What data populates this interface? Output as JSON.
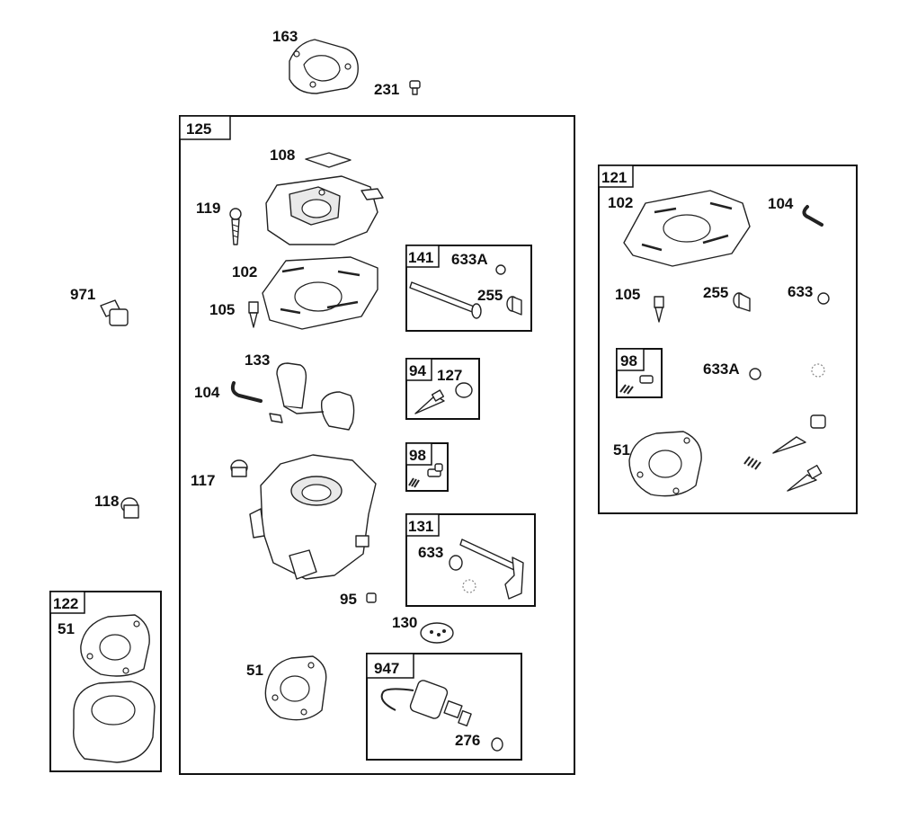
{
  "callouts": [
    {
      "id": "c163",
      "text": "163"
    },
    {
      "id": "c231",
      "text": "231"
    },
    {
      "id": "c108",
      "text": "108"
    },
    {
      "id": "c119",
      "text": "119"
    },
    {
      "id": "c102a",
      "text": "102"
    },
    {
      "id": "c105a",
      "text": "105"
    },
    {
      "id": "c971",
      "text": "971"
    },
    {
      "id": "c133",
      "text": "133"
    },
    {
      "id": "c104a",
      "text": "104"
    },
    {
      "id": "c117",
      "text": "117"
    },
    {
      "id": "c118",
      "text": "118"
    },
    {
      "id": "c95",
      "text": "95"
    },
    {
      "id": "c130",
      "text": "130"
    },
    {
      "id": "c51a",
      "text": "51"
    },
    {
      "id": "c51b",
      "text": "51"
    },
    {
      "id": "c633Aa",
      "text": "633A"
    },
    {
      "id": "c255a",
      "text": "255"
    },
    {
      "id": "c127",
      "text": "127"
    },
    {
      "id": "c633a",
      "text": "633"
    },
    {
      "id": "c276",
      "text": "276"
    },
    {
      "id": "c102b",
      "text": "102"
    },
    {
      "id": "c104b",
      "text": "104"
    },
    {
      "id": "c105b",
      "text": "105"
    },
    {
      "id": "c255b",
      "text": "255"
    },
    {
      "id": "c633b",
      "text": "633"
    },
    {
      "id": "c633Ab",
      "text": "633A"
    },
    {
      "id": "c51c",
      "text": "51"
    }
  ],
  "kits": [
    {
      "id": "k125",
      "text": "125"
    },
    {
      "id": "k121",
      "text": "121"
    },
    {
      "id": "k141",
      "text": "141"
    },
    {
      "id": "k94",
      "text": "94"
    },
    {
      "id": "k98a",
      "text": "98"
    },
    {
      "id": "k131",
      "text": "131"
    },
    {
      "id": "k947",
      "text": "947"
    },
    {
      "id": "k98b",
      "text": "98"
    },
    {
      "id": "k122",
      "text": "122"
    }
  ]
}
